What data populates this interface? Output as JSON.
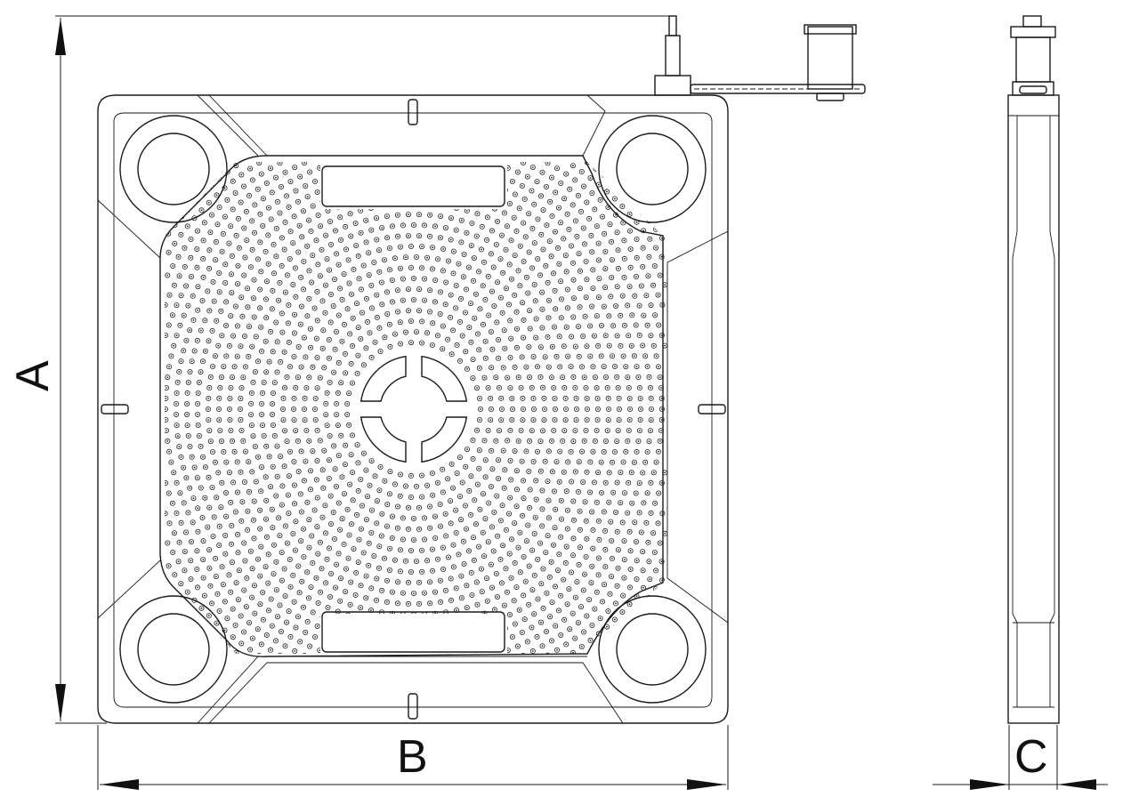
{
  "dimensions": {
    "height_label": "A",
    "width_label": "B",
    "thickness_label": "C"
  },
  "colors": {
    "line": "#1a1a1a",
    "background": "#ffffff"
  }
}
